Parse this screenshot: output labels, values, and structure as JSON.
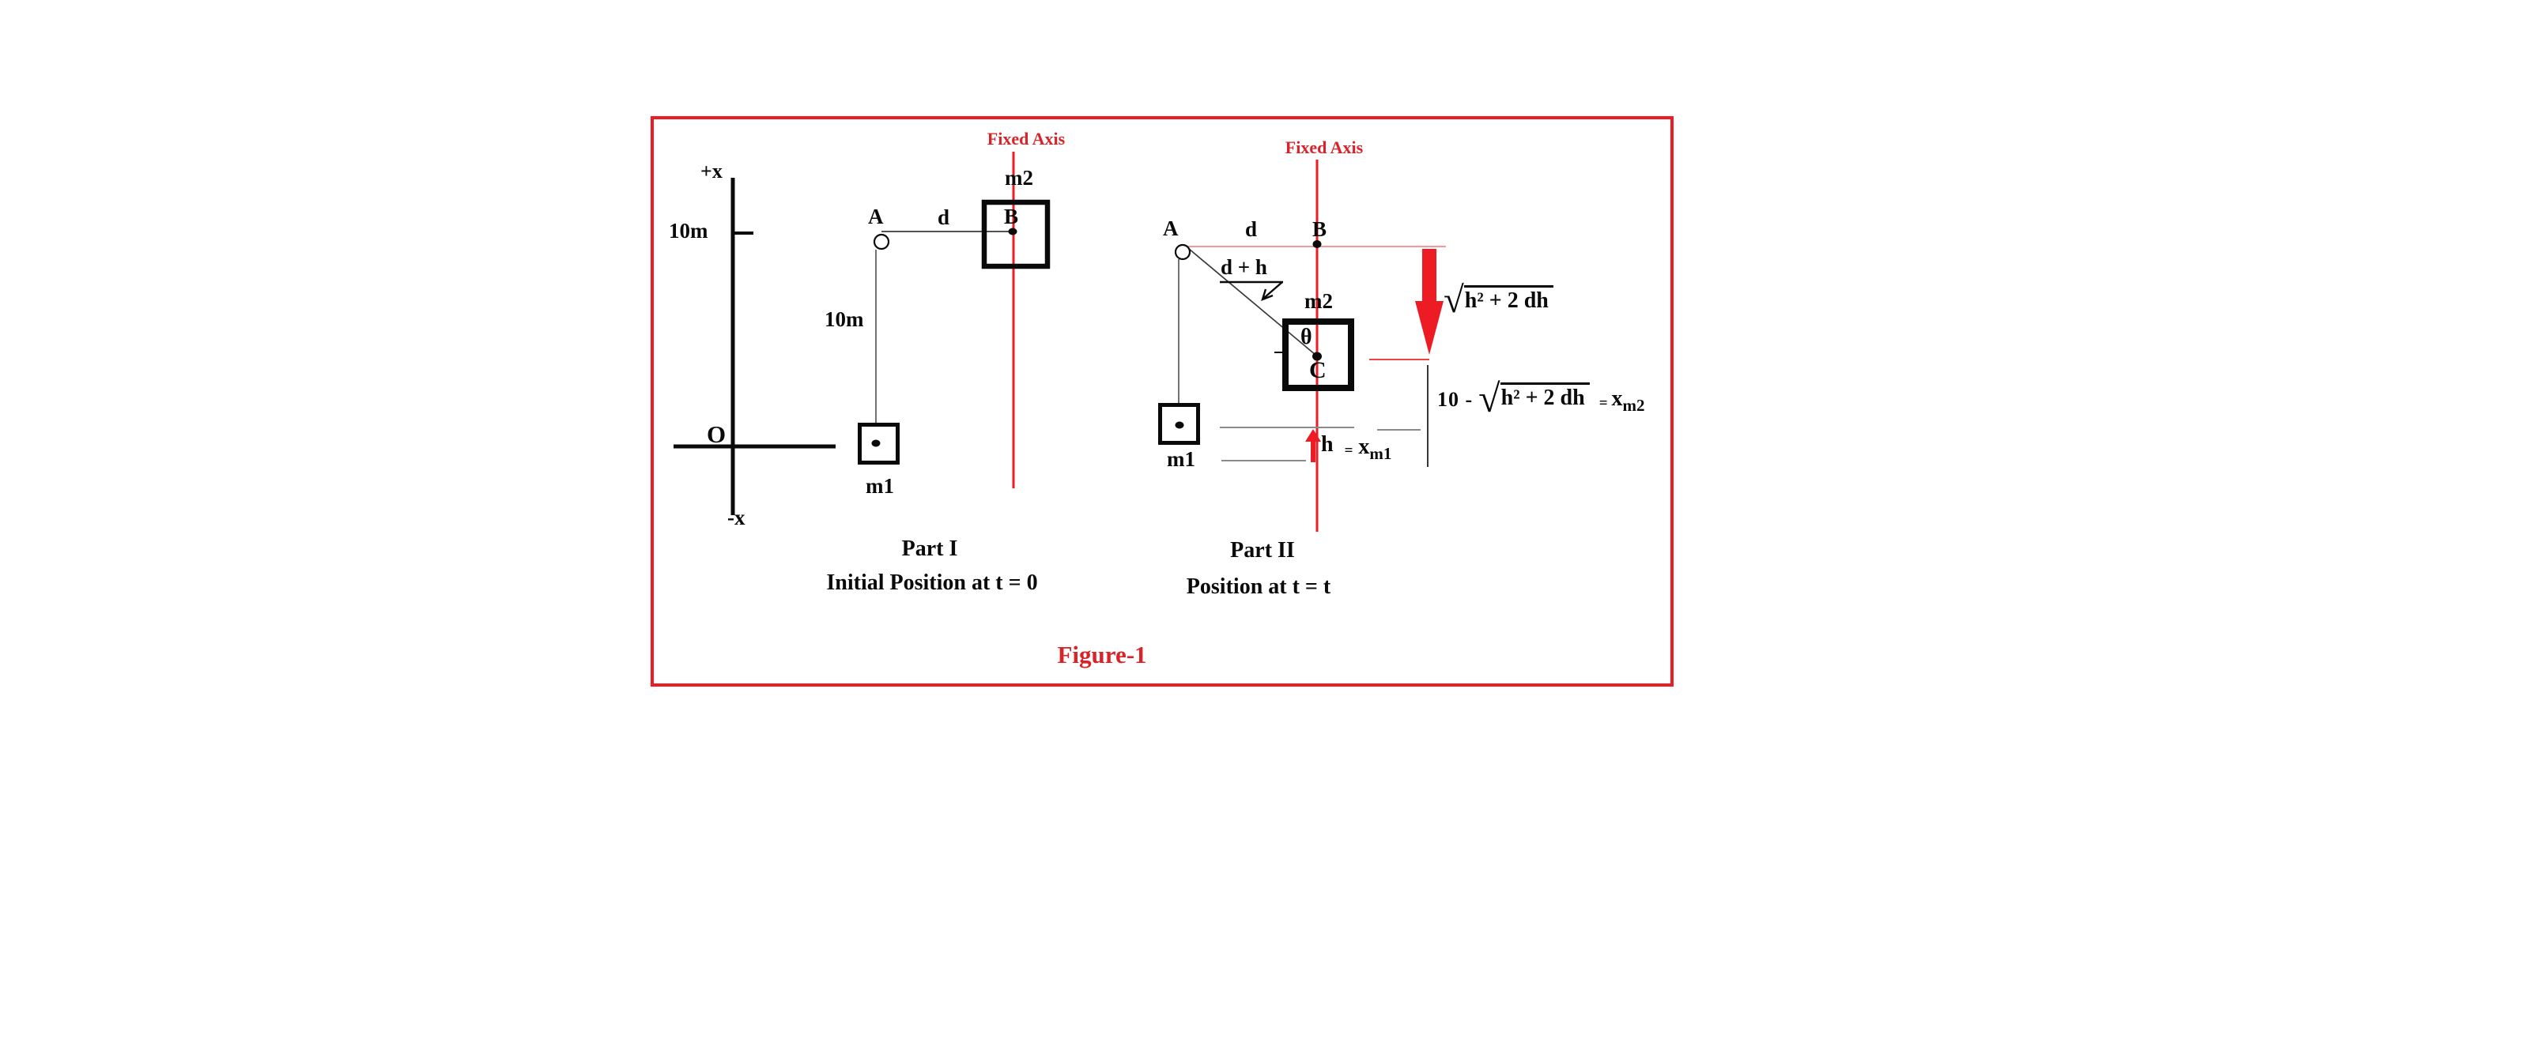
{
  "colors": {
    "red": "#ed1c24",
    "red-text": "#d92329",
    "pink": "#ef8b90",
    "gray": "#8a8a8a",
    "ink": "#0a0a0a"
  },
  "figure": {
    "caption": "Figure-1",
    "axis": {
      "plus_x": "+x",
      "minus_x": "-x",
      "origin": "O",
      "scale_label": "10m"
    },
    "part1": {
      "fixed_axis_label": "Fixed Axis",
      "title": "Part I",
      "subtitle": "Initial Position at t = 0",
      "labels": {
        "A": "A",
        "d": "d",
        "B": "B",
        "m2": "m2",
        "m1": "m1",
        "string_length": "10m"
      }
    },
    "part2": {
      "fixed_axis_label": "Fixed Axis",
      "title": "Part II",
      "subtitle": "Position at t = t",
      "labels": {
        "A": "A",
        "d": "d",
        "B": "B",
        "d_plus_h": "d + h",
        "m2": "m2",
        "theta": "θ",
        "C": "C",
        "m1": "m1"
      },
      "h_equation": {
        "h": "h",
        "equals": "=",
        "x": "x",
        "sub": "m1"
      }
    },
    "formulas": {
      "f1": {
        "radical": "√",
        "expr": "h² + 2 dh"
      },
      "f2": {
        "prefix": "10 -",
        "radical": "√",
        "expr": "h² + 2 dh",
        "equals": "=",
        "x": "x",
        "sub": "m2"
      }
    }
  }
}
